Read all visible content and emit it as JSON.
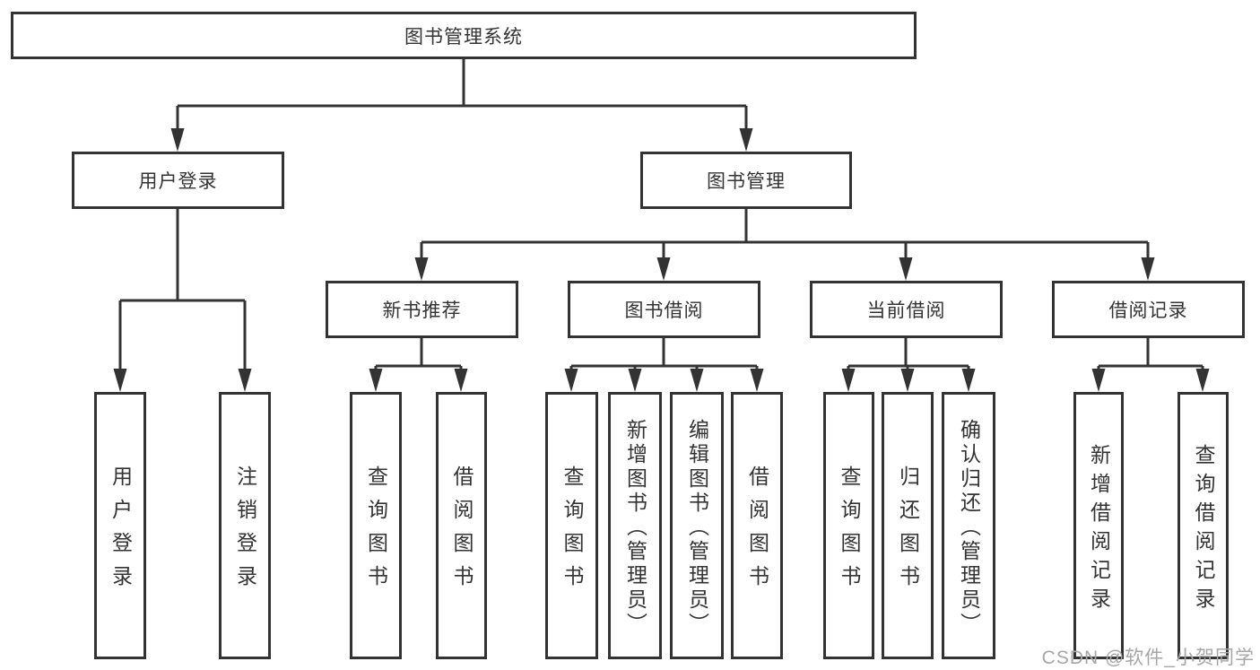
{
  "diagram_title": "图书管理系统",
  "tree": {
    "label": "图书管理系统",
    "children": [
      {
        "label": "用户登录",
        "children": [
          {
            "label": "用户登录"
          },
          {
            "label": "注销登录"
          }
        ]
      },
      {
        "label": "图书管理",
        "children": [
          {
            "label": "新书推荐",
            "children": [
              {
                "label": "查询图书"
              },
              {
                "label": "借阅图书"
              }
            ]
          },
          {
            "label": "图书借阅",
            "children": [
              {
                "label": "查询图书"
              },
              {
                "label": "新增图书（管理员）"
              },
              {
                "label": "编辑图书（管理员）"
              },
              {
                "label": "借阅图书"
              }
            ]
          },
          {
            "label": "当前借阅",
            "children": [
              {
                "label": "查询图书"
              },
              {
                "label": "归还图书"
              },
              {
                "label": "确认归还（管理员）"
              }
            ]
          },
          {
            "label": "借阅记录",
            "children": [
              {
                "label": "新增借阅记录"
              },
              {
                "label": "查询借阅记录"
              }
            ]
          }
        ]
      }
    ]
  },
  "watermark": {
    "text": "CSDN @软件_小贺同学"
  },
  "colors": {
    "line": "#333333",
    "box_border": "#333333",
    "text": "#333333",
    "watermark": "#a6a6a6",
    "background": "#ffffff"
  }
}
